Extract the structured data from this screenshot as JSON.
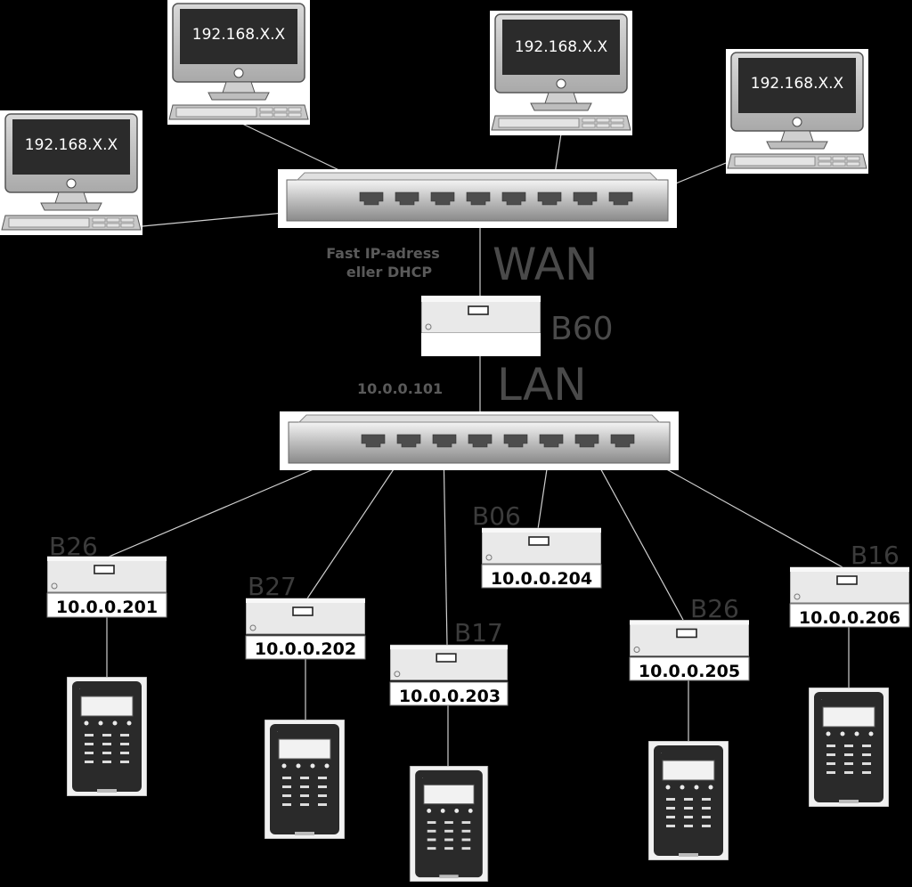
{
  "computers": [
    {
      "ip": "192.168.X.X"
    },
    {
      "ip": "192.168.X.X"
    },
    {
      "ip": "192.168.X.X"
    },
    {
      "ip": "192.168.X.X"
    }
  ],
  "labels": {
    "wan_note_line1": "Fast IP-adress",
    "wan_note_line2": "eller DHCP",
    "wan": "WAN",
    "main_controller": "B60",
    "lan": "LAN",
    "lan_ip": "10.0.0.101"
  },
  "controllers": [
    {
      "tag": "B26",
      "ip": "10.0.0.201"
    },
    {
      "tag": "B27",
      "ip": "10.0.0.202"
    },
    {
      "tag": "B17",
      "ip": "10.0.0.203"
    },
    {
      "tag": "B06",
      "ip": "10.0.0.204"
    },
    {
      "tag": "B26",
      "ip": "10.0.0.205"
    },
    {
      "tag": "B16",
      "ip": "10.0.0.206"
    }
  ],
  "colors": {
    "background": "#000000",
    "device": "#e6e6e6",
    "screen": "#2b2b2b",
    "label": "#4a4a4a"
  }
}
